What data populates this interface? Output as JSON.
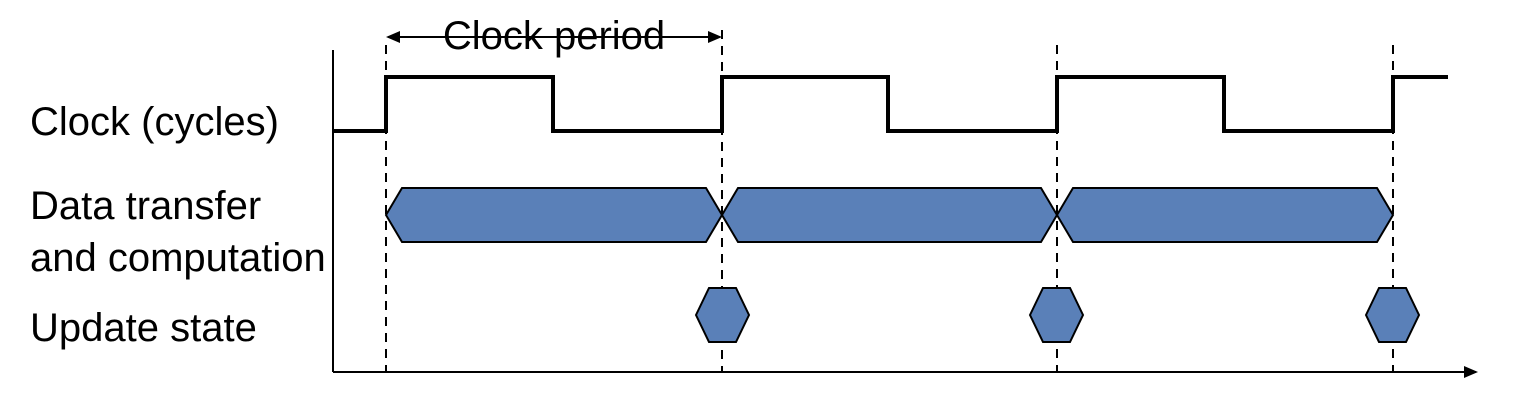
{
  "labels": {
    "clock_period": "Clock period",
    "clock": "Clock (cycles)",
    "data_transfer_line1": "Data transfer",
    "data_transfer_line2": "and computation",
    "update_state": "Update state"
  },
  "colors": {
    "shape_fill": "#5a80b8",
    "line": "#000000"
  },
  "icons": {
    "time_arrow": "arrow-right-icon",
    "period_arrows": "double-headed-arrow-icon"
  }
}
